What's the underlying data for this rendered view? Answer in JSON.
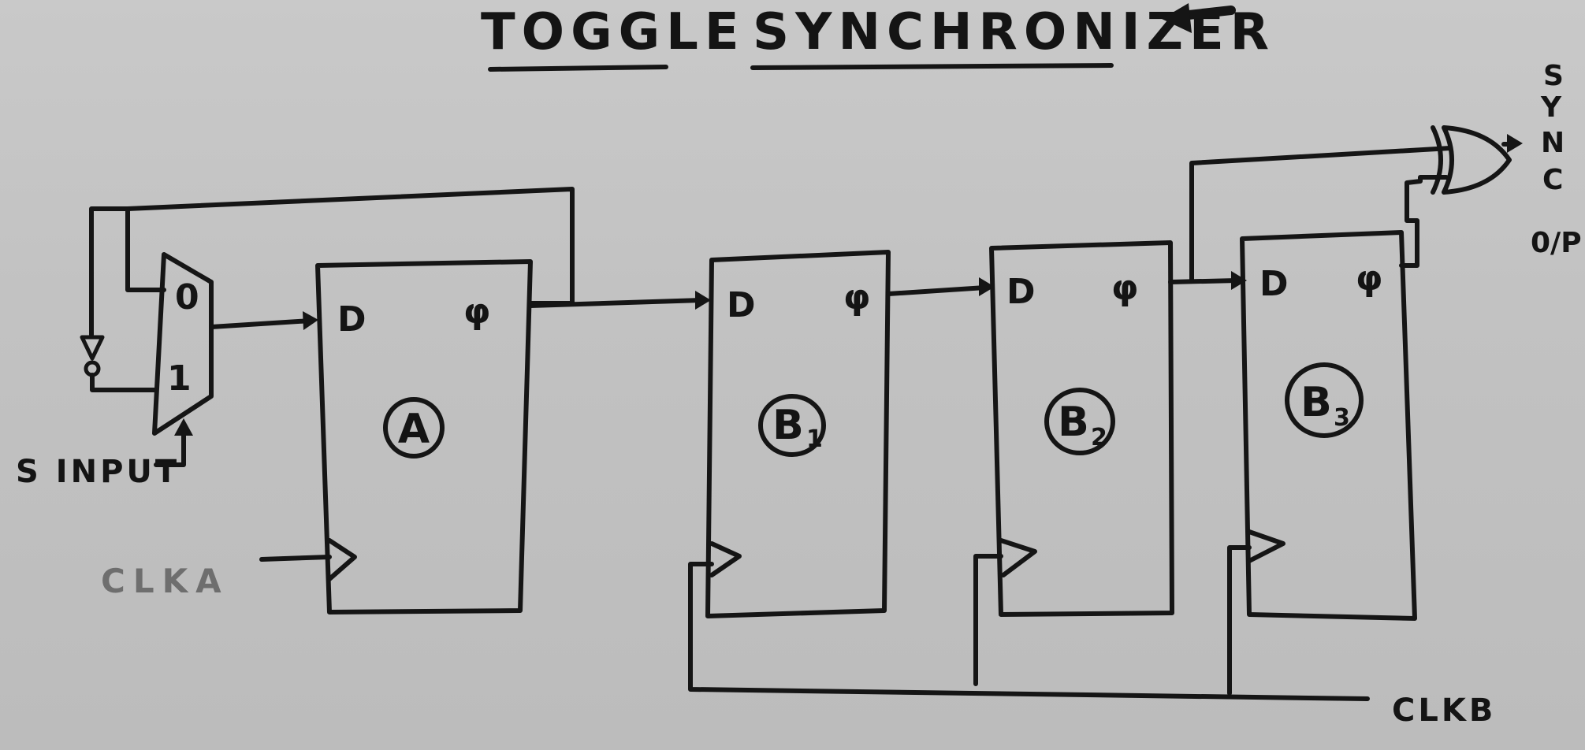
{
  "title": {
    "word1": "TOGGLE",
    "word2": "SYNCHRONIZER",
    "arrow_icon": "left-arrow"
  },
  "mux": {
    "input0": "0",
    "input1": "1",
    "select_label": "S INPUT"
  },
  "clock_a_label": "CLKA",
  "clock_b_label": "CLKB",
  "flipflops": [
    {
      "name": "A",
      "subscript": "",
      "d_pin": "D",
      "q_pin": "φ"
    },
    {
      "name": "B",
      "subscript": "1",
      "d_pin": "D",
      "q_pin": "φ"
    },
    {
      "name": "B",
      "subscript": "2",
      "d_pin": "D",
      "q_pin": "φ"
    },
    {
      "name": "B",
      "subscript": "3",
      "d_pin": "D",
      "q_pin": "φ"
    }
  ],
  "output_label_letters": [
    "S",
    "Y",
    "N",
    "C",
    "0/P"
  ],
  "gates": {
    "output_gate": "xor-gate",
    "feedback_gate": "inverter"
  }
}
